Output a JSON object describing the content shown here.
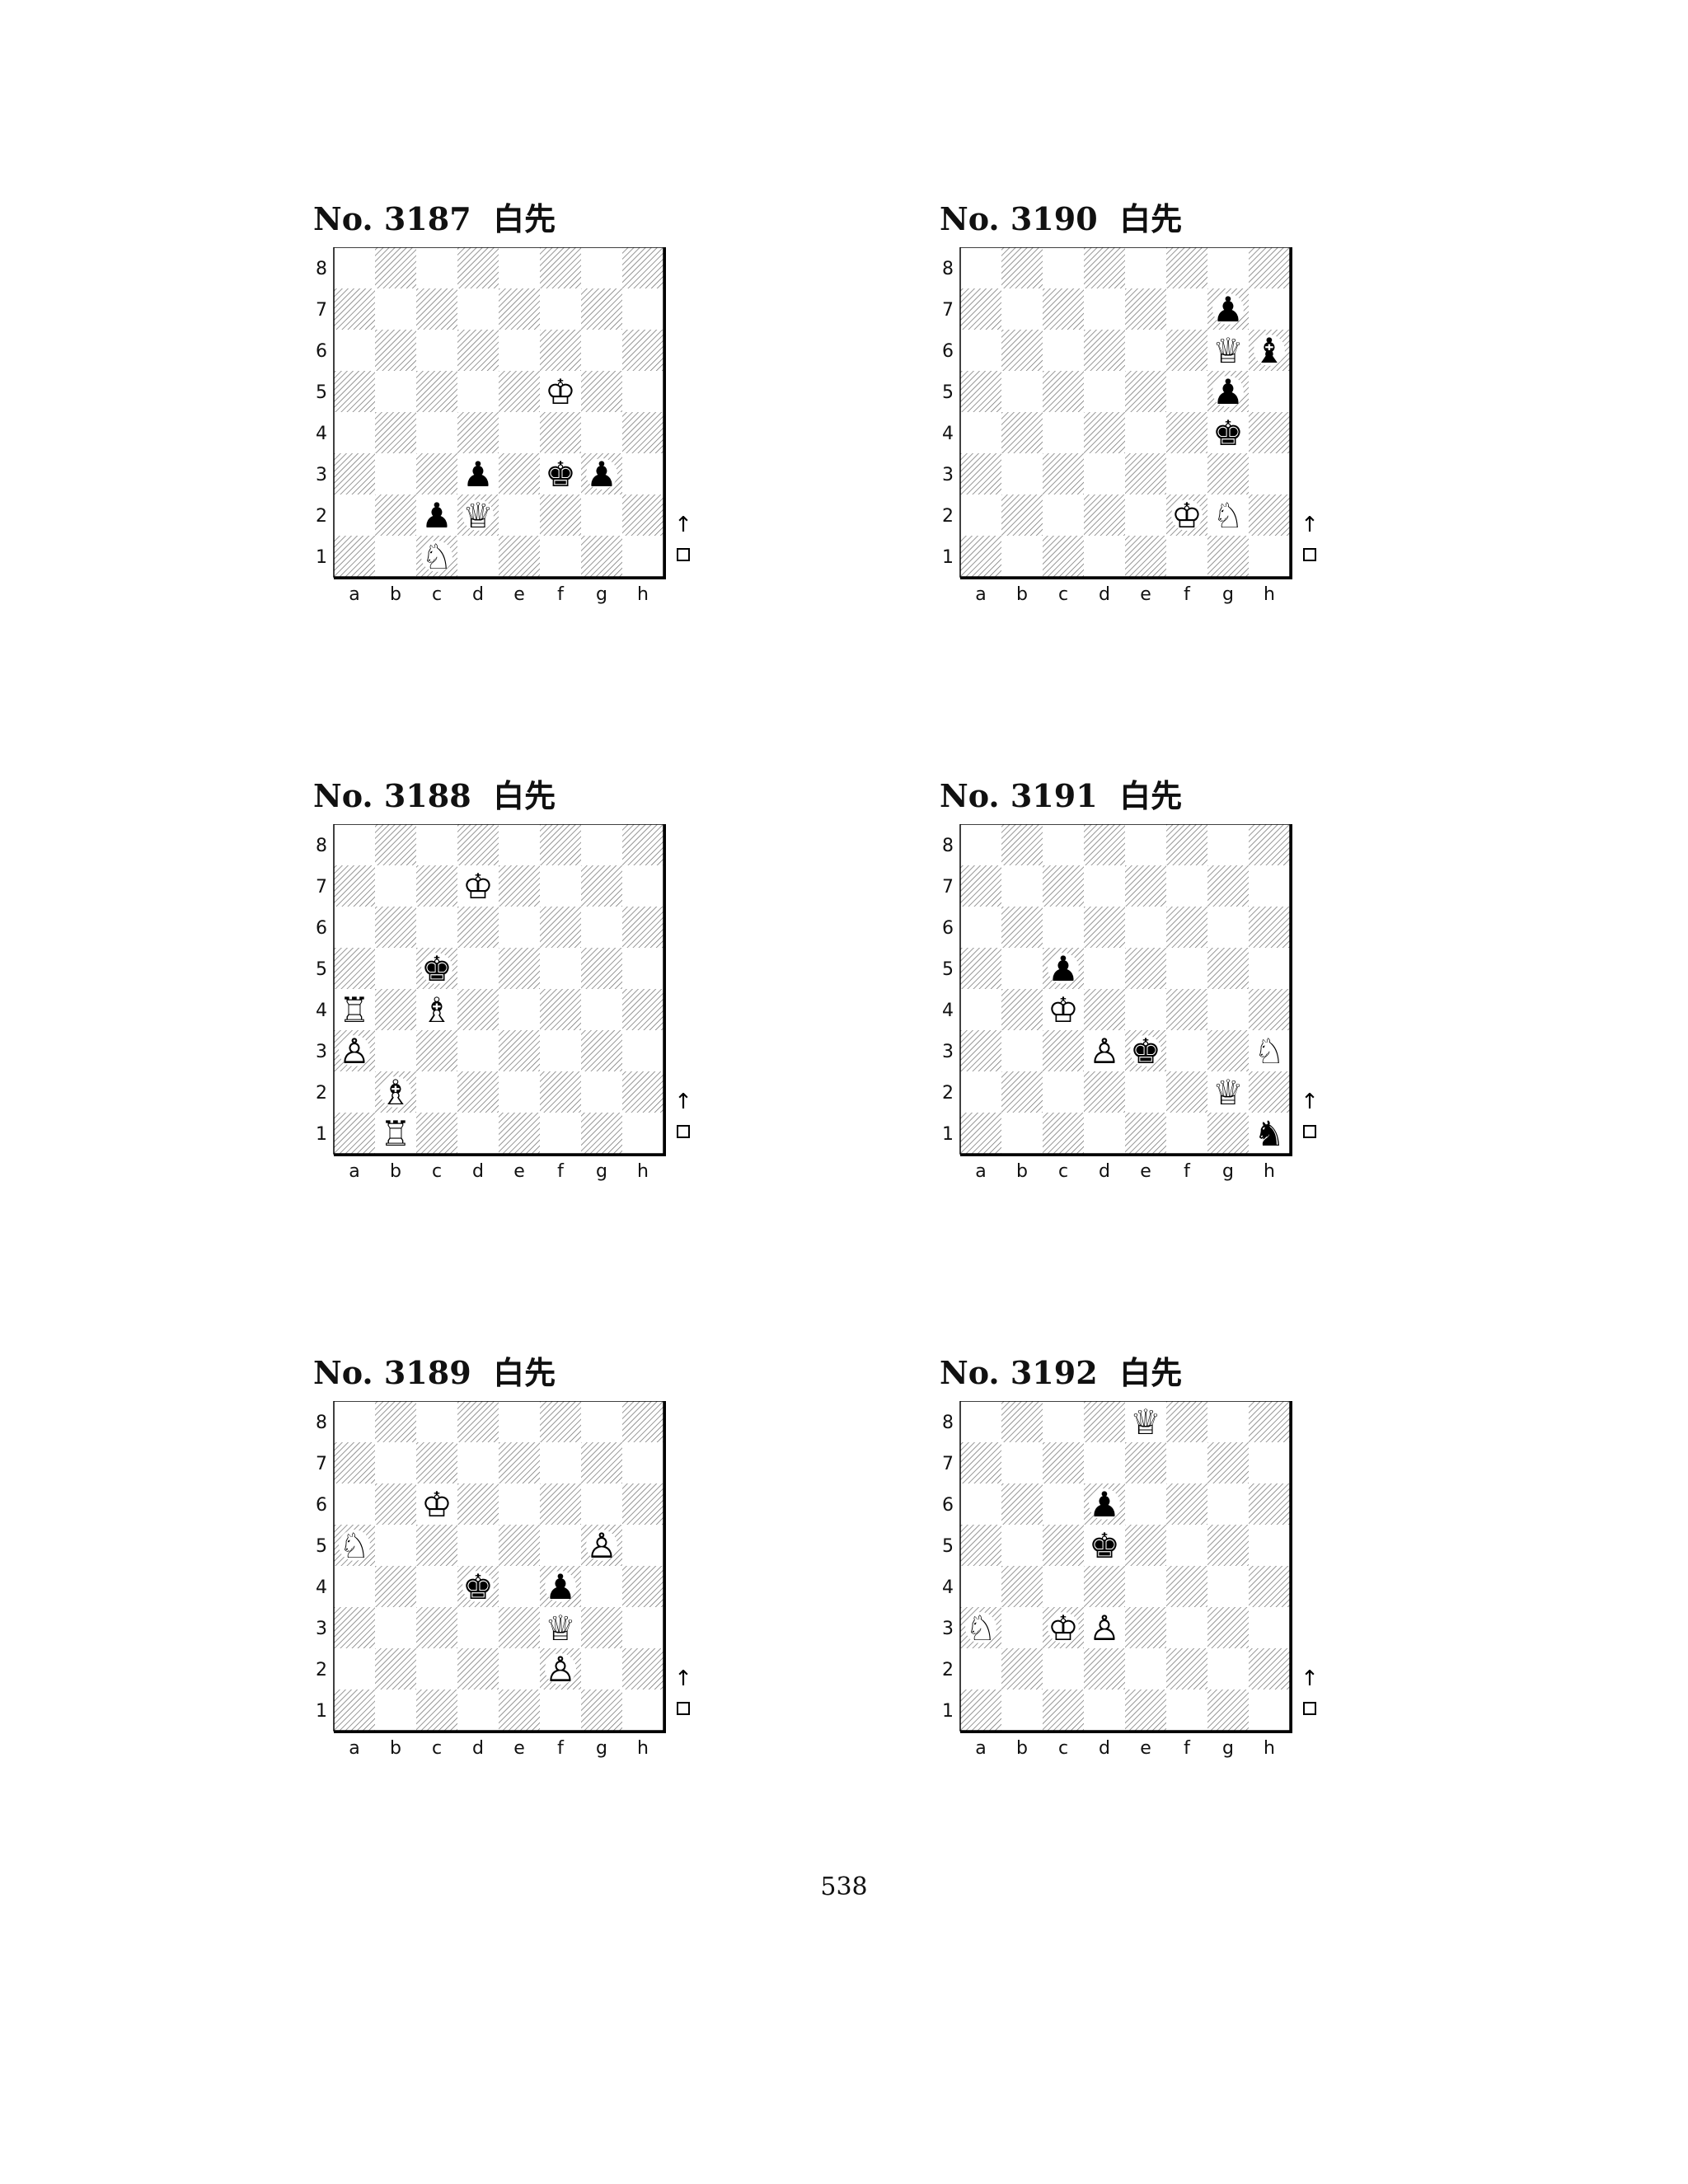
{
  "files": [
    "a",
    "b",
    "c",
    "d",
    "e",
    "f",
    "g",
    "h"
  ],
  "ranks": [
    "8",
    "7",
    "6",
    "5",
    "4",
    "3",
    "2",
    "1"
  ],
  "side_to_move_glyph": "↑",
  "page_number": "538",
  "diagrams": [
    {
      "number": "No. 3187",
      "caption": "白先",
      "pieces": [
        {
          "type": "king",
          "color": "white",
          "square": "f5"
        },
        {
          "type": "pawn",
          "color": "black",
          "square": "d3"
        },
        {
          "type": "king",
          "color": "black",
          "square": "f3"
        },
        {
          "type": "pawn",
          "color": "black",
          "square": "g3"
        },
        {
          "type": "pawn",
          "color": "black",
          "square": "c2"
        },
        {
          "type": "queen",
          "color": "white",
          "square": "d2"
        },
        {
          "type": "knight",
          "color": "white",
          "square": "c1"
        }
      ]
    },
    {
      "number": "No. 3190",
      "caption": "白先",
      "pieces": [
        {
          "type": "pawn",
          "color": "black",
          "square": "g7"
        },
        {
          "type": "queen",
          "color": "white",
          "square": "g6"
        },
        {
          "type": "bishop",
          "color": "black",
          "square": "h6"
        },
        {
          "type": "pawn",
          "color": "black",
          "square": "g5"
        },
        {
          "type": "king",
          "color": "black",
          "square": "g4"
        },
        {
          "type": "king",
          "color": "white",
          "square": "f2"
        },
        {
          "type": "knight",
          "color": "white",
          "square": "g2"
        }
      ]
    },
    {
      "number": "No. 3188",
      "caption": "白先",
      "pieces": [
        {
          "type": "king",
          "color": "white",
          "square": "d7"
        },
        {
          "type": "king",
          "color": "black",
          "square": "c5"
        },
        {
          "type": "rook",
          "color": "white",
          "square": "a4"
        },
        {
          "type": "bishop",
          "color": "white",
          "square": "c4"
        },
        {
          "type": "pawn",
          "color": "white",
          "square": "a3"
        },
        {
          "type": "bishop",
          "color": "white",
          "square": "b2"
        },
        {
          "type": "rook",
          "color": "white",
          "square": "b1"
        }
      ]
    },
    {
      "number": "No. 3191",
      "caption": "白先",
      "pieces": [
        {
          "type": "pawn",
          "color": "black",
          "square": "c5"
        },
        {
          "type": "king",
          "color": "white",
          "square": "c4"
        },
        {
          "type": "pawn",
          "color": "white",
          "square": "d3"
        },
        {
          "type": "king",
          "color": "black",
          "square": "e3"
        },
        {
          "type": "knight",
          "color": "white",
          "square": "h3"
        },
        {
          "type": "queen",
          "color": "white",
          "square": "g2"
        },
        {
          "type": "knight",
          "color": "black",
          "square": "h1"
        }
      ]
    },
    {
      "number": "No. 3189",
      "caption": "白先",
      "pieces": [
        {
          "type": "king",
          "color": "white",
          "square": "c6"
        },
        {
          "type": "knight",
          "color": "white",
          "square": "a5"
        },
        {
          "type": "pawn",
          "color": "white",
          "square": "g5"
        },
        {
          "type": "king",
          "color": "black",
          "square": "d4"
        },
        {
          "type": "pawn",
          "color": "black",
          "square": "f4"
        },
        {
          "type": "queen",
          "color": "white",
          "square": "f3"
        },
        {
          "type": "pawn",
          "color": "white",
          "square": "f2"
        }
      ]
    },
    {
      "number": "No. 3192",
      "caption": "白先",
      "pieces": [
        {
          "type": "queen",
          "color": "white",
          "square": "e8"
        },
        {
          "type": "pawn",
          "color": "black",
          "square": "d6"
        },
        {
          "type": "king",
          "color": "black",
          "square": "d5"
        },
        {
          "type": "knight",
          "color": "white",
          "square": "a3"
        },
        {
          "type": "king",
          "color": "white",
          "square": "c3"
        },
        {
          "type": "pawn",
          "color": "white",
          "square": "d3"
        }
      ]
    }
  ]
}
